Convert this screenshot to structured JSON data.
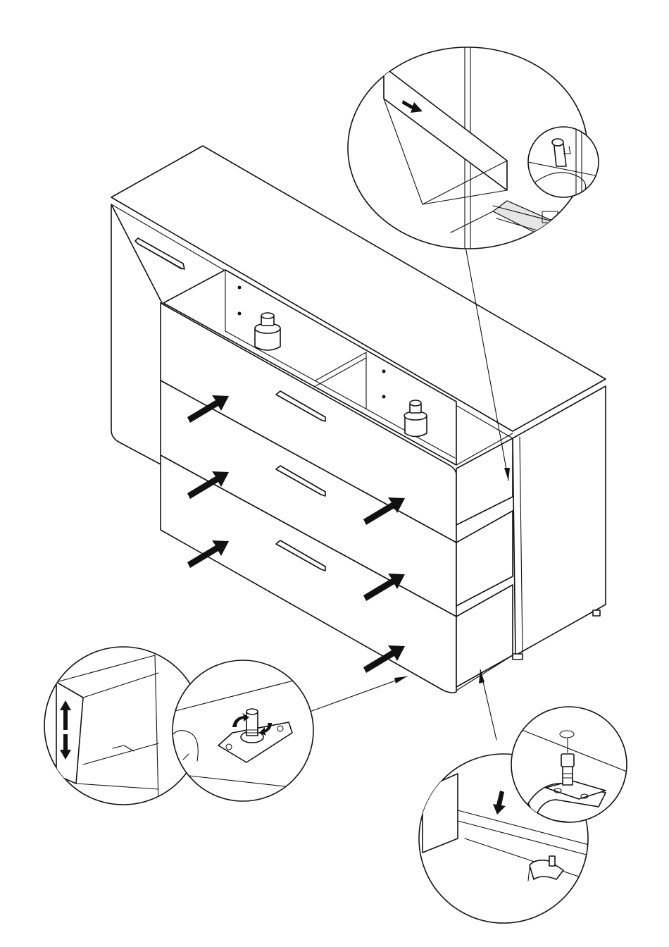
{
  "diagram": {
    "kind": "assembly-instruction",
    "object": "sideboard-with-three-drawers-and-door",
    "text_labels": [],
    "details": [
      {
        "name": "drawer-runner-detail",
        "icons": [
          "push-arrow-icon",
          "runner-clip-icon"
        ]
      },
      {
        "name": "height-adjust-detail",
        "icons": [
          "up-down-arrow-icon",
          "rotate-arrow-icon",
          "adjust-screw-icon"
        ]
      },
      {
        "name": "runner-screw-detail",
        "icons": [
          "down-arrow-icon",
          "screw-icon"
        ]
      }
    ],
    "colors": {
      "line": "#111111",
      "background": "#ffffff",
      "arrow": "#111111"
    }
  }
}
